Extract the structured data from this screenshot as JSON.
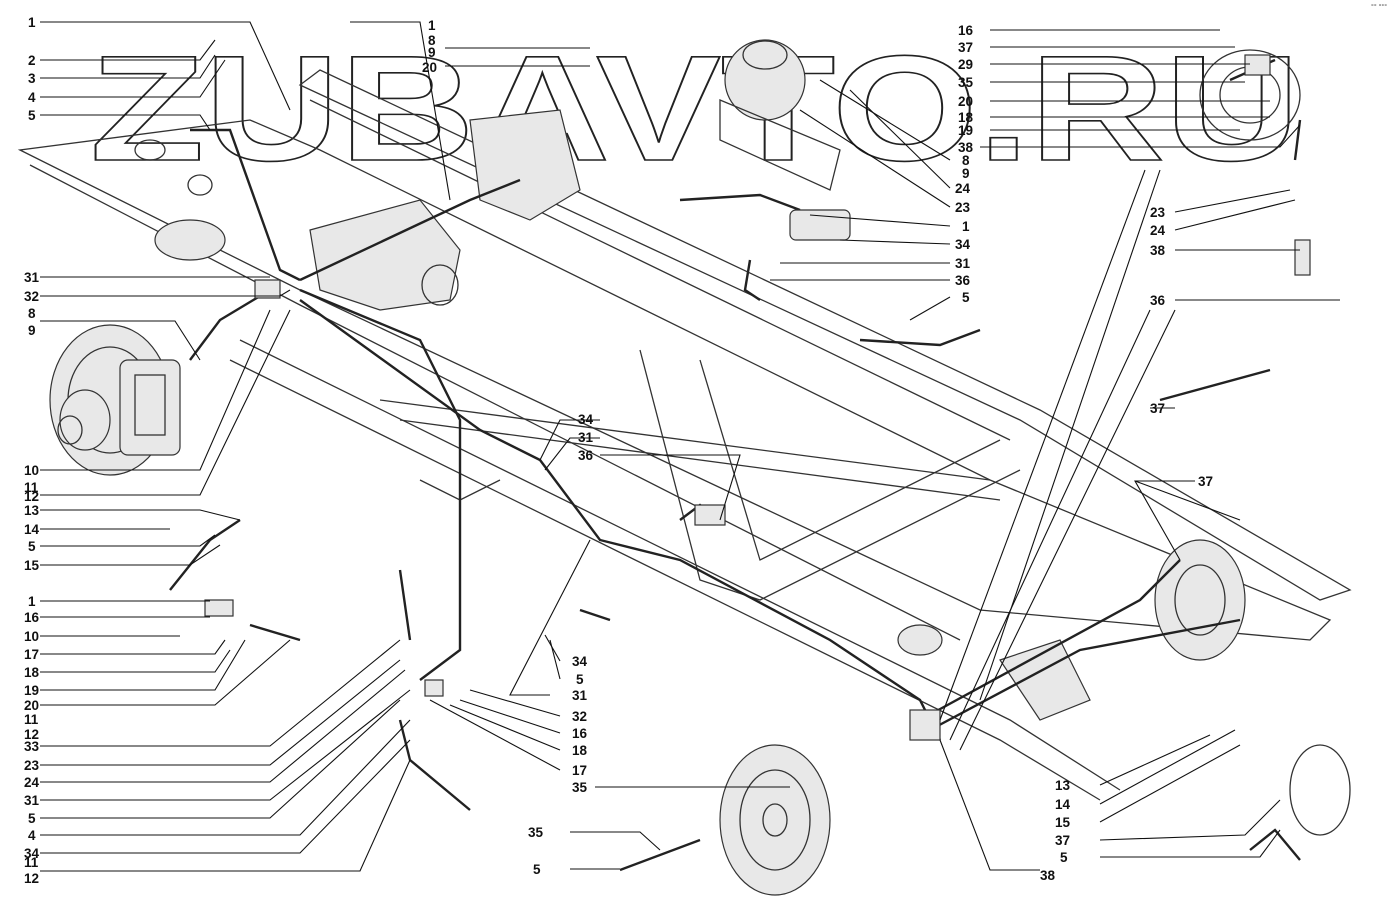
{
  "watermark": "ZUBAVTO.RU",
  "corner_mark": "°° °°°",
  "callouts": {
    "left": [
      "1",
      "2",
      "3",
      "4",
      "5",
      "31",
      "32",
      "8",
      "9",
      "10",
      "11",
      "12",
      "13",
      "14",
      "5",
      "15",
      "1",
      "16",
      "10",
      "17",
      "18",
      "19",
      "20",
      "11",
      "12",
      "33",
      "23",
      "24",
      "31",
      "5",
      "4",
      "34",
      "11",
      "12"
    ],
    "top_center": [
      "1",
      "8",
      "9",
      "20"
    ],
    "top_right": [
      "16",
      "37",
      "29",
      "35",
      "20",
      "18",
      "19",
      "38",
      "8",
      "9",
      "24",
      "23",
      "1",
      "34",
      "31",
      "36",
      "5",
      "23",
      "24",
      "38",
      "36",
      "37"
    ],
    "center": [
      "34",
      "31",
      "36",
      "37",
      "34",
      "5",
      "31",
      "32",
      "16",
      "18",
      "17"
    ],
    "bottom": [
      "35",
      "35",
      "5",
      "38",
      "13",
      "14",
      "15",
      "37",
      "5"
    ]
  },
  "palette": {
    "ink": "#111111",
    "paper": "#ffffff",
    "shade": "#e8e8e8"
  }
}
